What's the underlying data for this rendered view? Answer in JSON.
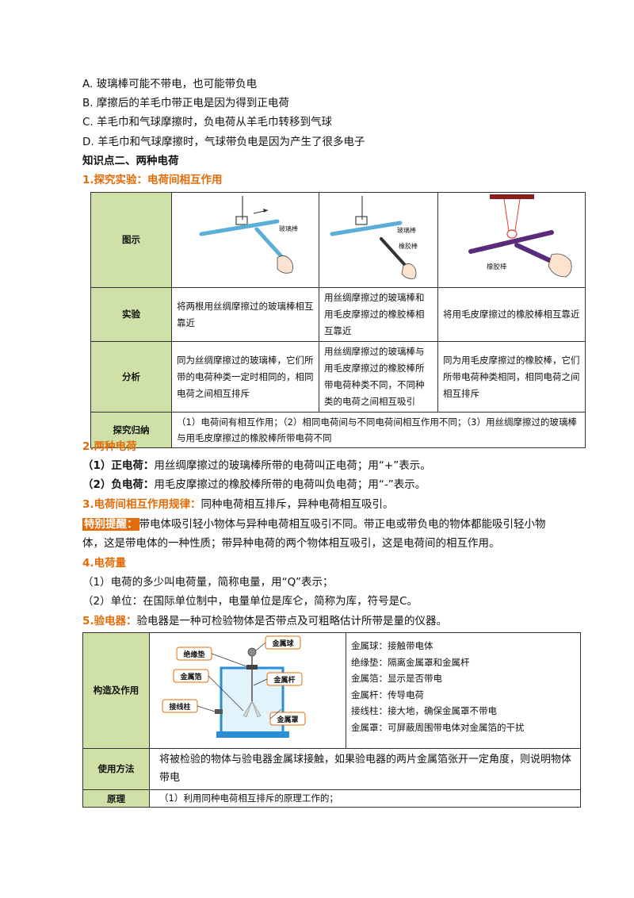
{
  "options": [
    "A. 玻璃棒可能不带电，也可能带负电",
    "B. 摩擦后的羊毛巾带正电是因为得到正电荷",
    "C. 羊毛巾和气球摩擦时，负电荷从羊毛巾转移到气球",
    "D. 羊毛巾和气球摩擦时，气球带负电是因为产生了很多电子"
  ],
  "section_title": "知识点二、两种电荷",
  "s1_title": "1.探究实验：电荷间相互作用",
  "table1": {
    "labels": [
      "图示",
      "实验",
      "分析",
      "探究归纳"
    ],
    "image_labels": {
      "glass": "玻璃棒",
      "glass2": "玻璃棒",
      "rubber": "橡胶棒",
      "rubber2": "橡胶棒"
    },
    "experiment": [
      "将两根用丝绸摩擦过的玻璃棒相互靠近",
      "用丝绸摩擦过的玻璃棒和用毛皮摩擦过的橡胶棒相互靠近",
      "将用毛皮摩擦过的橡胶棒相互靠近"
    ],
    "analysis": [
      "同为丝绸摩擦过的玻璃棒，它们所带的电荷种类一定时相同的，相同电荷之间相互排斥",
      "用丝绸摩擦过的玻璃棒与用毛皮摩擦过的橡胶棒所带电荷种类不同，不同种类的电荷之间相互吸引",
      "同为用毛皮摩擦过的橡胶棒，它们所带电荷种类相同，相同电荷之间相互排斥"
    ],
    "conclusion": "（1）电荷间有相互作用；（2）相同电荷间与不同电荷间相互作用不同；（3）用丝绸摩擦过的玻璃棒与用毛皮摩擦过的橡胶棒所带电荷不同"
  },
  "s2_title": "2.两种电荷",
  "s2_pos_label": "（1）正电荷：",
  "s2_pos_text": "用丝绸摩擦过的玻璃棒所带的电荷叫正电荷；用“+”表示。",
  "s2_neg_label": "（2）负电荷：",
  "s2_neg_text": "用毛皮摩擦过的橡胶棒所带的电荷叫负电荷；用“-”表示。",
  "s3_title": "3.电荷间相互作用规律：",
  "s3_text": "同种电荷相互排斥，异种电荷相互吸引。",
  "tip_label": "特别提醒：",
  "tip_line1": "带电体吸引轻小物体与异种电荷相互吸引不同。带正电或带负电的物体都能吸引轻小物",
  "tip_line2": "体，这是带电体的一种性质；带异种电荷的两个物体相互吸引，这是电荷间的相互作用。",
  "s4_title": "4.电荷量",
  "s4_l1": "（1）电荷的多少叫电荷量，简称电量，用“Q”表示；",
  "s4_l2": "（2）单位：在国际单位制中，电量单位是库仑，简称为库，符号是C。",
  "s5_title": "5.验电器：",
  "s5_text": "验电器是一种可检验物体是否带点及可粗略估计所带是量的仪器。",
  "table2": {
    "labels": [
      "构造及作用",
      "使用方法",
      "原理"
    ],
    "callouts": [
      "绝缘垫",
      "金属球",
      "金属箔",
      "金属杆",
      "接线柱",
      "金属罩"
    ],
    "parts": [
      "金属球：接触带电体",
      "绝缘垫：隔离金属罩和金属杆",
      "金属箔：显示是否带电",
      "金属杆：传导电荷",
      "接线柱：接大地，确保金属罩不带电",
      "金属罩：可屏蔽周围带电体对金属箔的干扰"
    ],
    "usage": "将被检验的物体与验电器金属球接触，如果验电器的两片金属箔张开一定角度，则说明物体带电",
    "principle": "（1）利用同种电荷相互排斥的原理工作的；"
  }
}
